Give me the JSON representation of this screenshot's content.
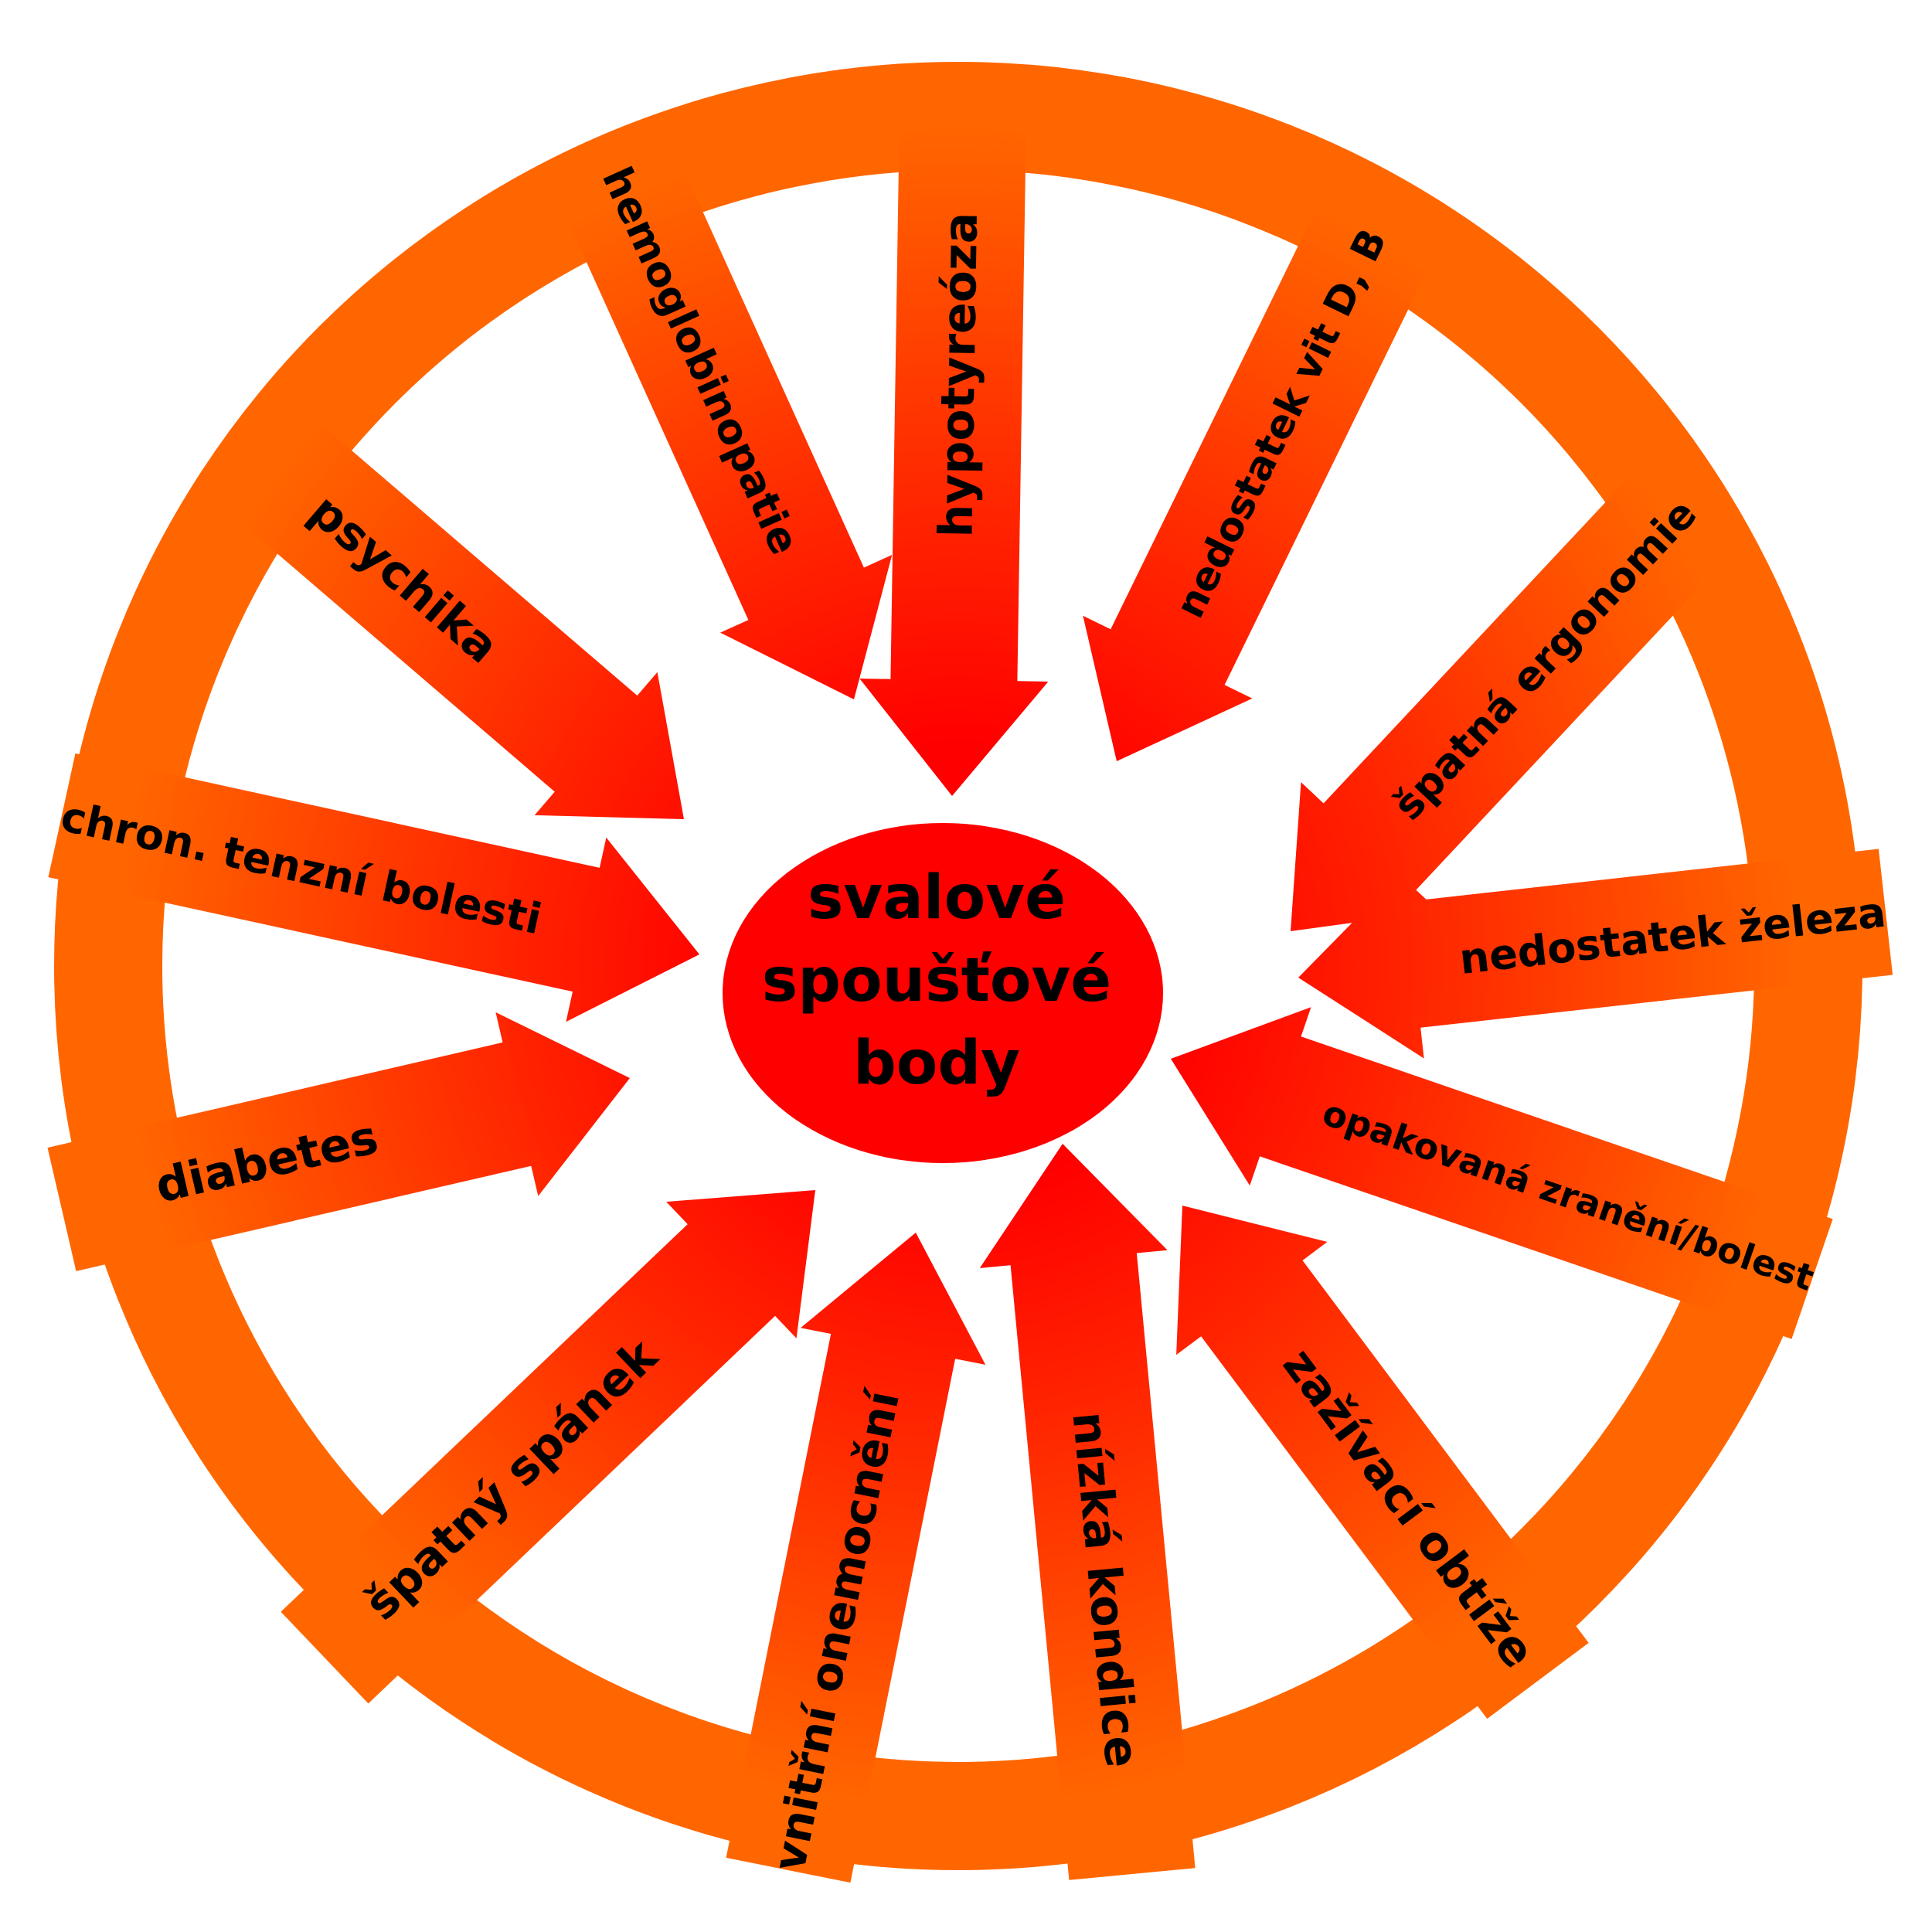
{
  "center": {
    "lines": [
      "svalové",
      "spoušťové",
      "body"
    ]
  },
  "spokes": [
    {
      "label": "hypotyreóza"
    },
    {
      "label": "nedostatek vit D, B"
    },
    {
      "label": "špatná ergonomie"
    },
    {
      "label": "nedostatek železa"
    },
    {
      "label": "opakovaná zranění/bolest"
    },
    {
      "label": "zažívací obtíže"
    },
    {
      "label": "nízká kondice"
    },
    {
      "label": "vnitřní onemocnění"
    },
    {
      "label": "špatný spánek"
    },
    {
      "label": "diabetes"
    },
    {
      "label": "chron. tenzní bolesti"
    },
    {
      "label": "psychika"
    },
    {
      "label": "hemoglobinopatie"
    }
  ],
  "colors": {
    "rim": "#FF6600",
    "arrow_tip": "#FF0000",
    "arrow_outer": "#FF5A00",
    "hub": "#FF0000",
    "text": "#000000"
  }
}
